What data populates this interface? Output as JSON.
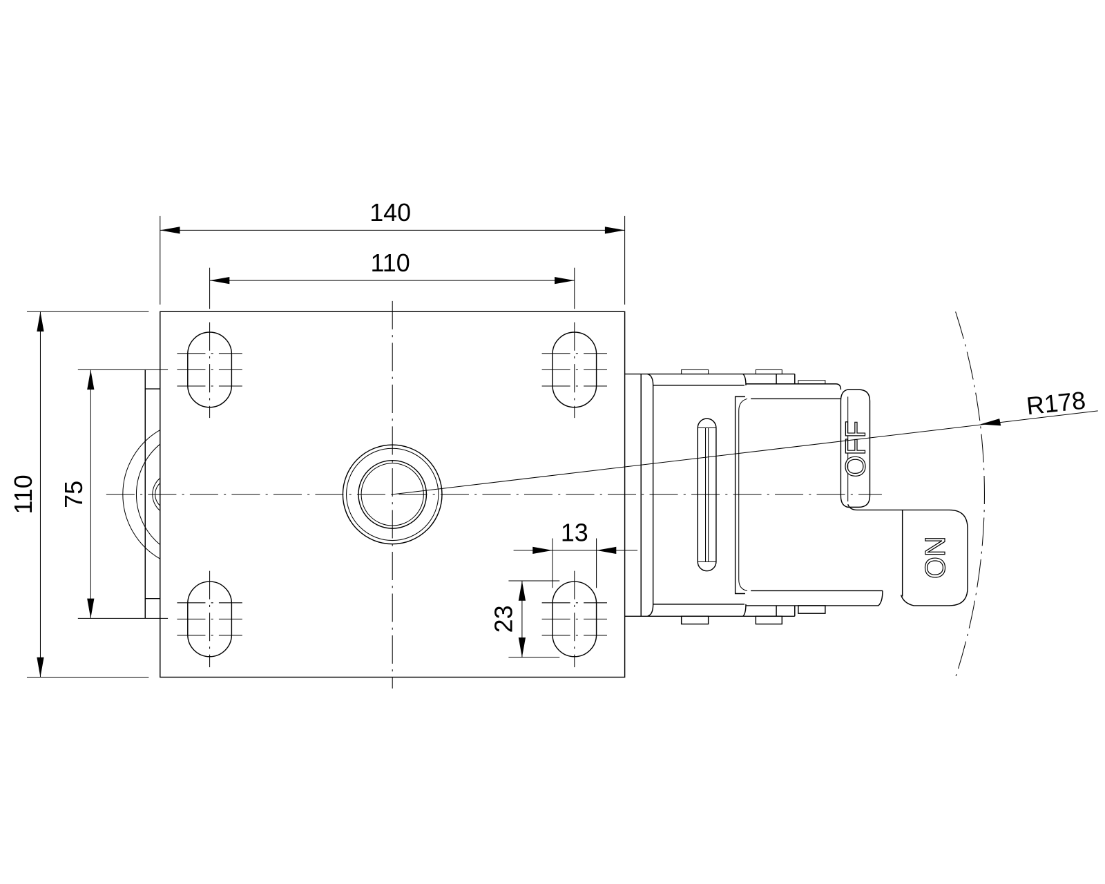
{
  "drawing": {
    "dimensions": {
      "overall_length": "140",
      "hole_spacing_length": "110",
      "overall_width": "110",
      "hole_spacing_width": "75",
      "slot_width": "13",
      "slot_length": "23",
      "swivel_radius": "R178"
    },
    "lever_labels": {
      "off": "OFF",
      "on": "ON"
    }
  }
}
